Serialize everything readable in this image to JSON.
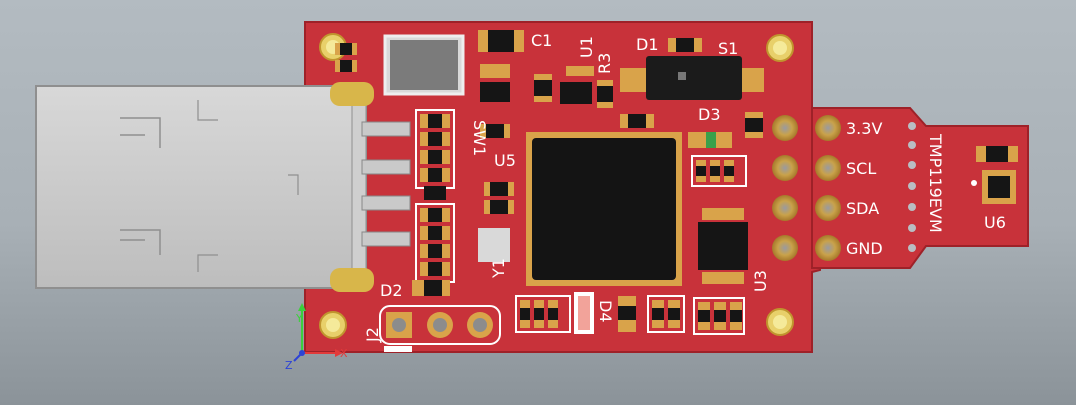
{
  "board": {
    "designators": {
      "c1": "C1",
      "u1": "U1",
      "r3": "R3",
      "d1": "D1",
      "s1": "S1",
      "d3": "D3",
      "sw1": "SW1",
      "u5": "U5",
      "y1": "Y1",
      "d2": "D2",
      "d4": "D4",
      "j2": "J2",
      "u3": "U3",
      "u6": "U6"
    },
    "pins": {
      "p1": "3.3V",
      "p2": "SCL",
      "p3": "SDA",
      "p4": "GND"
    },
    "product_name": "TMP119EVM"
  },
  "axes": {
    "x": "X",
    "y": "Y",
    "z": "Z"
  },
  "colors": {
    "pcb": "#c8323a",
    "pcb_edge": "#9e2128",
    "silk": "#ffffff",
    "copper": "#d4a24a",
    "chip": "#151515",
    "background": "#a9b1b7"
  }
}
